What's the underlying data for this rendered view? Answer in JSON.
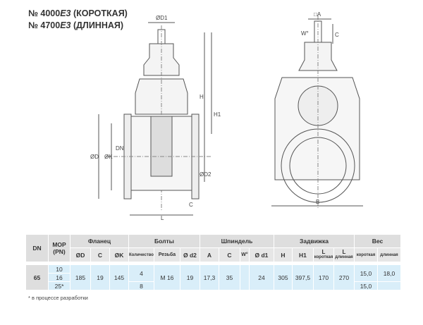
{
  "titles": [
    {
      "prefix": "№ 4000",
      "model": "E3",
      "suffix": " (КОРОТКАЯ)"
    },
    {
      "prefix": "№ 4700",
      "model": "E3",
      "suffix": " (ДЛИННАЯ)"
    }
  ],
  "drawing_labels": {
    "left": {
      "d1": "ØD1",
      "h": "H",
      "h1": "H1",
      "d": "ØD",
      "k": "ØK",
      "dn": "DN",
      "d2": "ØD2",
      "c": "C",
      "l": "L"
    },
    "right": {
      "a": "□A",
      "w": "W°",
      "c": "C",
      "b": "B"
    }
  },
  "table": {
    "headers": {
      "dn": "DN",
      "mop": "МОР",
      "pn": "(PN)",
      "flange": "Фланец",
      "bolts": "Болты",
      "spindle": "Шпиндель",
      "valve": "Задвижка",
      "weight": "Вес",
      "flange_cols": [
        "ØD",
        "C",
        "ØK"
      ],
      "bolt_cols": [
        "Количество",
        "Резьба",
        "Ø d2"
      ],
      "spindle_cols": [
        "A",
        "C",
        "W°",
        "Ø d1"
      ],
      "valve_cols": [
        "H",
        "H1"
      ],
      "l_label": "L",
      "short": "короткая",
      "long": "длинная",
      "weight_cols": [
        "короткая",
        "длинная"
      ]
    },
    "row": {
      "dn": "65",
      "pn": [
        "10",
        "16",
        "25*"
      ],
      "od": "185",
      "c": "19",
      "ok": "145",
      "bolt_count": [
        "4",
        "8"
      ],
      "thread": "M 16",
      "od2": "19",
      "a": "17,3",
      "sc": "35",
      "w": "",
      "od1": "24",
      "h": "305",
      "h1": "397,5",
      "l_short": "170",
      "l_long": "270",
      "weight_short": [
        "15,0",
        "15,0"
      ],
      "weight_long": [
        "18,0",
        ""
      ]
    }
  },
  "footnote": "* в процессе разработки"
}
